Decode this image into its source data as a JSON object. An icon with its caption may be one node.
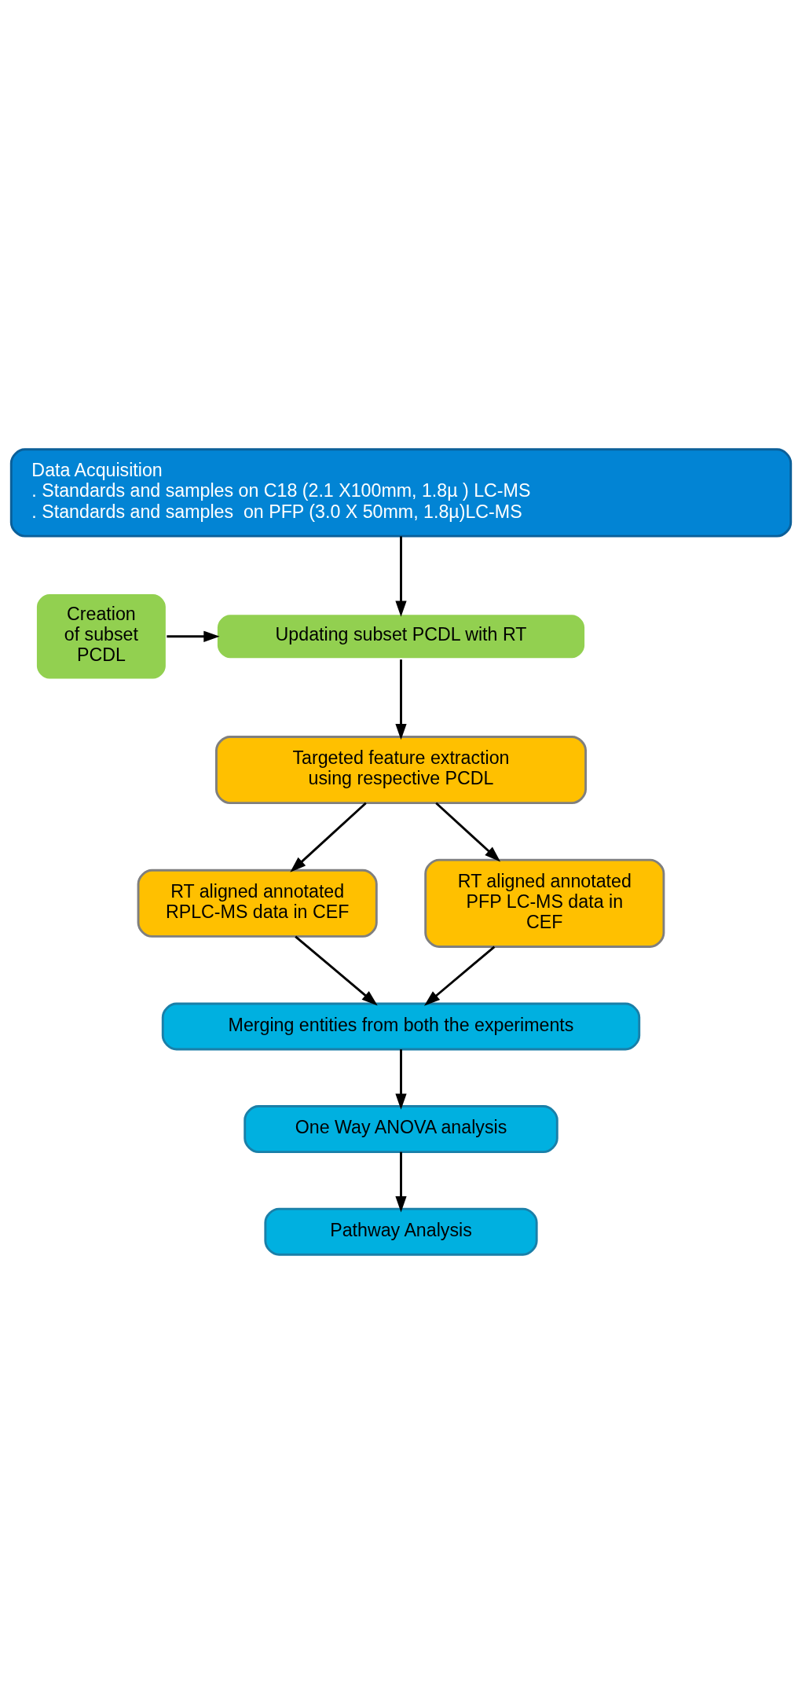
{
  "diagram": {
    "nodes": [
      {
        "text": [
          "Data Acquisition",
          ". Standards and samples on C18 (2.1 X100mm, 1.8µ ) LC-MS",
          ". Standards and samples  on PFP (3.0 X 50mm, 1.8µ)LC-MS"
        ]
      },
      {
        "text": [
          "Creation of subset PCDL"
        ]
      },
      {
        "text": [
          "Updating subset PCDL with RT"
        ]
      },
      {
        "text": [
          "Targeted feature extraction using respective PCDL"
        ]
      },
      {
        "text": [
          "RT aligned annotated RPLC-MS data in CEF"
        ]
      },
      {
        "text": [
          "RT aligned annotated PFP LC-MS data in CEF"
        ]
      },
      {
        "text": [
          "Merging entities from both the experiments"
        ]
      },
      {
        "text": [
          "One Way ANOVA analysis"
        ]
      },
      {
        "text": [
          "Pathway Analysis"
        ]
      }
    ],
    "edges": [
      {
        "from": 0,
        "to": 2,
        "arrow": "to"
      },
      {
        "from": 1,
        "to": 2,
        "arrow": "to"
      },
      {
        "from": 2,
        "to": 3,
        "arrow": "to"
      },
      {
        "from": 3,
        "to": 4,
        "arrow": "to"
      },
      {
        "from": 3,
        "to": 5,
        "arrow": "to"
      },
      {
        "from": 4,
        "to": 6,
        "arrow": "to"
      },
      {
        "from": 5,
        "to": 6,
        "arrow": "to"
      },
      {
        "from": 6,
        "to": 7,
        "arrow": "to"
      },
      {
        "from": 7,
        "to": 8,
        "arrow": "to"
      }
    ]
  }
}
